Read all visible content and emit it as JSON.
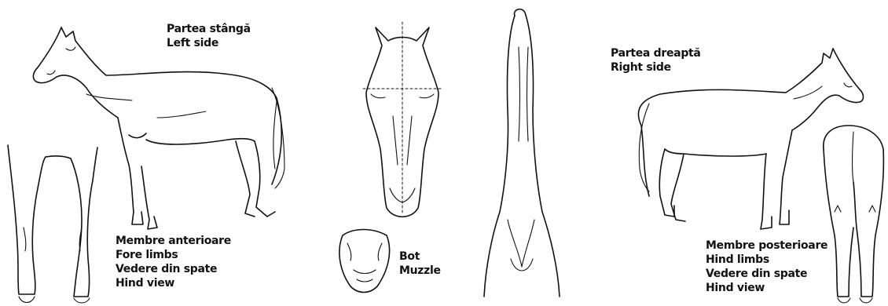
{
  "labels": {
    "left_side": {
      "ro": "Partea stângă",
      "en": "Left side"
    },
    "right_side": {
      "ro": "Partea dreaptă",
      "en": "Right side"
    },
    "fore_limbs": {
      "line1": "Membre anterioare",
      "line2": "Fore limbs",
      "line3": "Vedere din spate",
      "line4": "Hind view"
    },
    "hind_limbs": {
      "line1": "Membre posterioare",
      "line2": "Hind limbs",
      "line3": "Vedere din spate",
      "line4": "Hind view"
    },
    "muzzle": {
      "ro": "Bot",
      "en": "Muzzle"
    }
  }
}
